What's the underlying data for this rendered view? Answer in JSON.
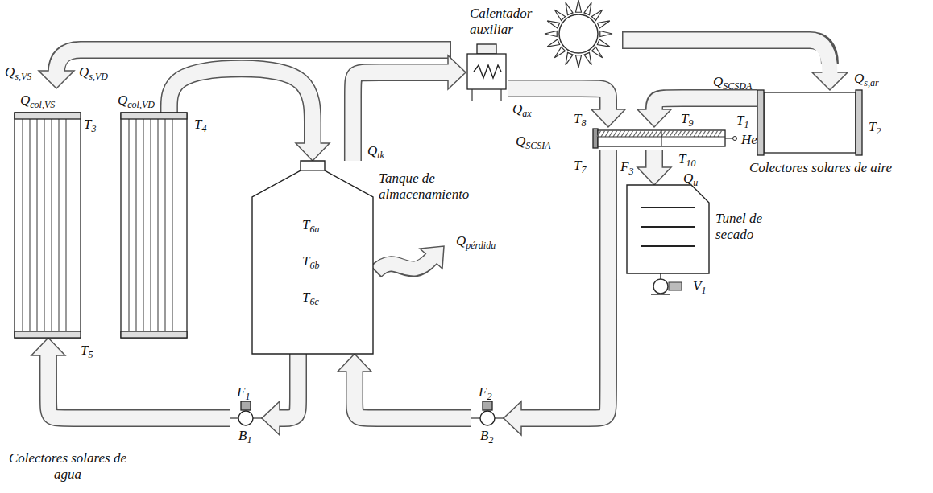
{
  "diagram": {
    "nodes": [
      {
        "text": [
          "Colectores solares de agua"
        ]
      },
      {
        "text": [
          "Tanque de almacenamiento",
          "T6a",
          "T6b",
          "T6c"
        ]
      },
      {
        "text": [
          "Calentador auxiliar"
        ]
      },
      {
        "text": [
          "Hex"
        ]
      },
      {
        "text": [
          "Colectores solares de aire"
        ]
      },
      {
        "text": [
          "Tunel de secado"
        ]
      },
      {
        "text": [
          "B1"
        ]
      },
      {
        "text": [
          "B2"
        ]
      }
    ],
    "edges": [
      {
        "from": 0,
        "to": 1,
        "arrow": "to"
      },
      {
        "from": 1,
        "to": 2,
        "arrow": "to",
        "label": "Qtk"
      },
      {
        "from": 2,
        "to": 3,
        "arrow": "to"
      },
      {
        "from": 4,
        "to": 3,
        "arrow": "to",
        "label": "QSCSDA"
      },
      {
        "from": 3,
        "to": 5,
        "arrow": "to",
        "label": "Qu"
      },
      {
        "from": 3,
        "to": 7,
        "arrow": "to"
      },
      {
        "from": 7,
        "to": 1,
        "arrow": "to"
      },
      {
        "from": 1,
        "to": 6,
        "arrow": "to"
      },
      {
        "from": 6,
        "to": 0,
        "arrow": "to"
      }
    ],
    "labels": [
      "Qs,VS",
      "Qs,VD",
      "Qcol,VS",
      "Qcol,VD",
      "T3",
      "T4",
      "T5",
      "F1",
      "Qpérdida",
      "F2",
      "Qax",
      "T8",
      "T9",
      "T7",
      "T10",
      "QSCSIA",
      "F3",
      "Qs,ar",
      "T1",
      "T2",
      "V1"
    ]
  }
}
